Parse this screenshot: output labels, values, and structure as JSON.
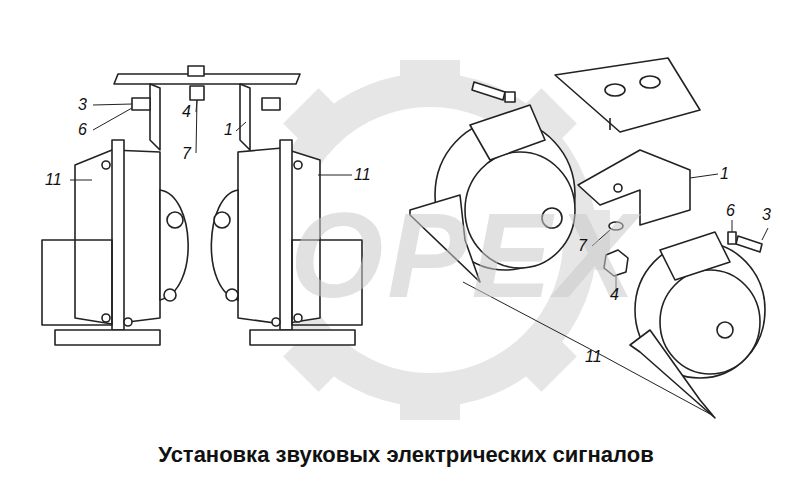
{
  "diagram": {
    "title": "Установка звуковых электрических сигналов",
    "labels": [
      "ОРЕХ",
      "3",
      "6",
      "4",
      "7",
      "1",
      "11",
      "11",
      "1",
      "6",
      "3",
      "7",
      "4",
      "11"
    ]
  }
}
